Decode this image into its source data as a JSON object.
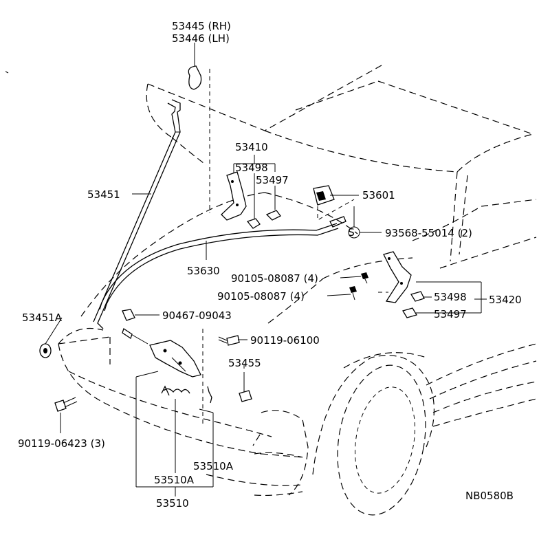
{
  "diagram_code": "NB0580B",
  "labels": {
    "p53445": "53445 (RH)",
    "p53446": "53446 (LH)",
    "p53410": "53410",
    "p53498_left": "53498",
    "p53497_left": "53497",
    "p53601": "53601",
    "p53451": "53451",
    "p93568": "93568-55014 (2)",
    "p53630": "53630",
    "p90105_a": "90105-08087 (4)",
    "p90105_b": "90105-08087 (4)",
    "p53498_right": "53498",
    "p53420": "53420",
    "p53497_right": "53497",
    "p53451A": "53451A",
    "p90467": "90467-09043",
    "p90119_06100": "90119-06100",
    "p53455": "53455",
    "p90119_06423": "90119-06423 (3)",
    "p53510A_right": "53510A",
    "p53510A_left": "53510A",
    "p53510": "53510",
    "s_mark": "S"
  }
}
